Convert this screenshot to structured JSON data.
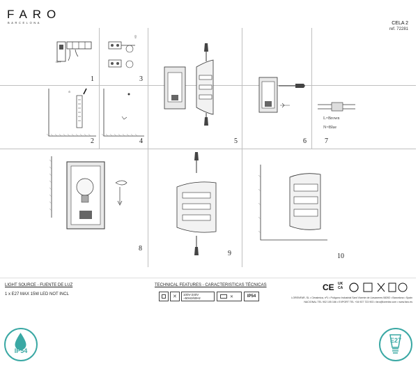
{
  "header": {
    "brand": "FARO",
    "brand_sub": "BARCELONA",
    "product_name": "CELA 2",
    "product_ref": "ref. 72281"
  },
  "steps": {
    "s1": "1",
    "s2": "2",
    "s3": "3",
    "s4": "4",
    "s5": "5",
    "s6": "6",
    "s7": "7",
    "s8": "8",
    "s9": "9",
    "s10": "10"
  },
  "step1": {
    "off_label": "OFF"
  },
  "step7": {
    "wire_brown": "L=Brown",
    "wire_blue": "N=Blue"
  },
  "light_source": {
    "title": "LIGHT SOURCE - FUENTE DE LUZ",
    "text": "1 x E27 MAX 15W LED NOT INCL"
  },
  "technical": {
    "title": "TECHNICAL FEATURES - CARACTERISTICAS TÉCNICAS",
    "voltage": "100V-240V",
    "frequency": "~50Hz/60Hz",
    "ip": "IP54"
  },
  "company": {
    "line1": "LORENFAR, SL • Cimalmica, nº1 • Polígono Industrial Sant Vicente de Llavaneres 08392 • Barcelona • Spain",
    "line2": "NACIONAL TEL 902 105 166 • EXPORT TEL +34 937 723 903 • faro@lorenfar.com • www.faro.es"
  },
  "badges": {
    "ip": "IP54",
    "bulb": "E27"
  },
  "certs": {
    "ce": "CE",
    "ukca": "UK CA"
  }
}
